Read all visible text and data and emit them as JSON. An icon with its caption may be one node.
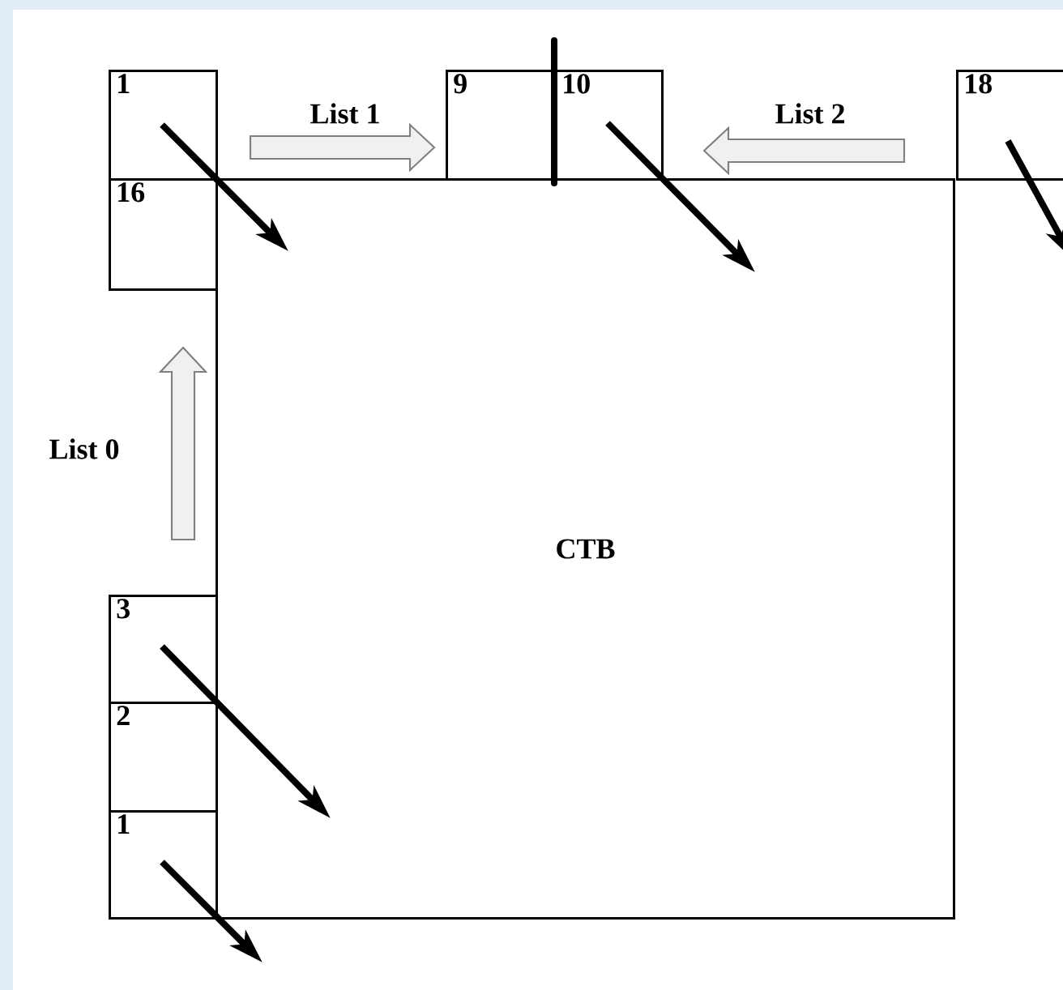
{
  "diagram": {
    "nodes": [
      {
        "text": [
          "1"
        ]
      },
      {
        "text": [
          "9"
        ]
      },
      {
        "text": [
          "10"
        ]
      },
      {
        "text": [
          "18"
        ]
      },
      {
        "text": [
          "16"
        ]
      },
      {
        "text": [
          "CTB"
        ]
      },
      {
        "text": [
          "3"
        ]
      },
      {
        "text": [
          "2"
        ]
      },
      {
        "text": [
          "1"
        ]
      }
    ],
    "edges": [
      {
        "from": 0,
        "to": 1,
        "arrow": "to",
        "label": "List 1"
      },
      {
        "from": 3,
        "to": 2,
        "arrow": "to",
        "label": "List 2"
      },
      {
        "from": 6,
        "to": 4,
        "arrow": "to",
        "label": "List 0"
      },
      {
        "from": 0,
        "to": 5,
        "arrow": "to"
      },
      {
        "from": 2,
        "to": 5,
        "arrow": "to"
      },
      {
        "from": 3,
        "to": null,
        "arrow": "to"
      },
      {
        "from": 6,
        "to": 5,
        "arrow": "to"
      },
      {
        "from": 8,
        "to": null,
        "arrow": "to"
      }
    ]
  }
}
